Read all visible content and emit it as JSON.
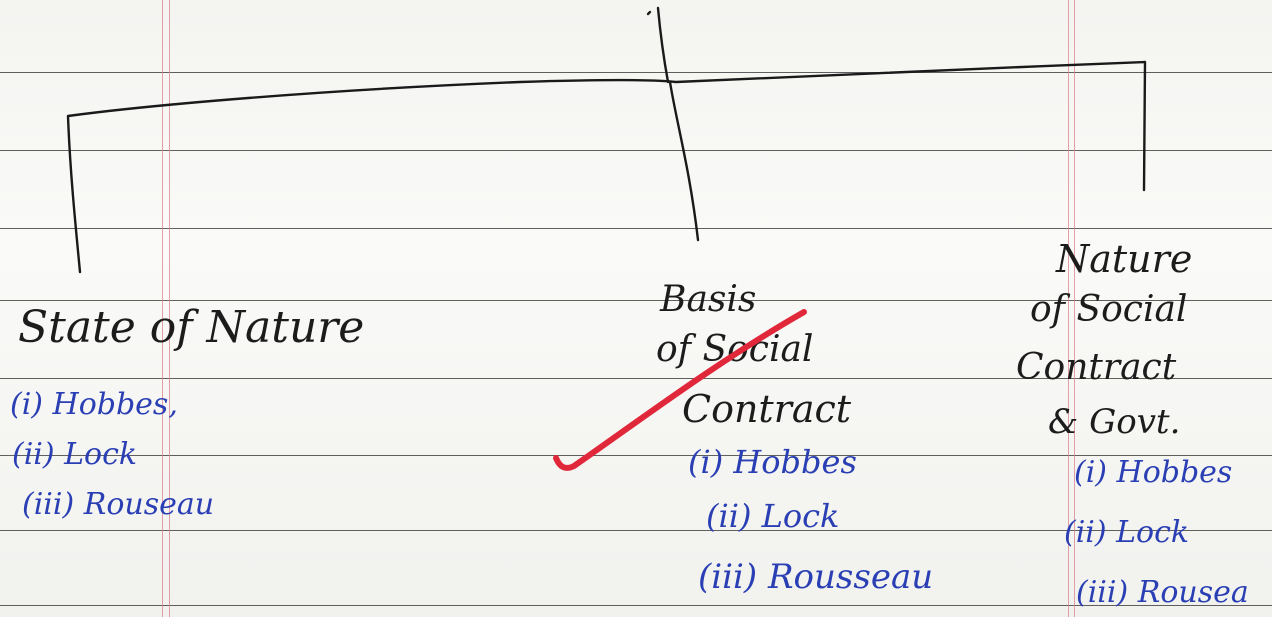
{
  "columns": [
    {
      "heading_lines": [
        "State of Nature"
      ],
      "items": [
        "(i) Hobbes,",
        "(ii) Lock",
        "(iii) Rouseau"
      ]
    },
    {
      "heading_lines": [
        "Basis",
        "of Social",
        "Contract"
      ],
      "items": [
        "(i) Hobbes",
        "(ii) Lock",
        "(iii) Rousseau"
      ]
    },
    {
      "heading_lines": [
        "Nature",
        "of Social",
        "Contract",
        "& Govt."
      ],
      "items": [
        "(i) Hobbes",
        "(ii) Lock",
        "(iii) Rousea"
      ]
    }
  ],
  "colors": {
    "paper": "#f7f7f5",
    "rule_line": "#3a3a3a",
    "margin_line": "#d9838b",
    "pencil_ink": "#1c1c1c",
    "blue_ink": "#2a3fb4",
    "check_mark": "#e0283a"
  }
}
